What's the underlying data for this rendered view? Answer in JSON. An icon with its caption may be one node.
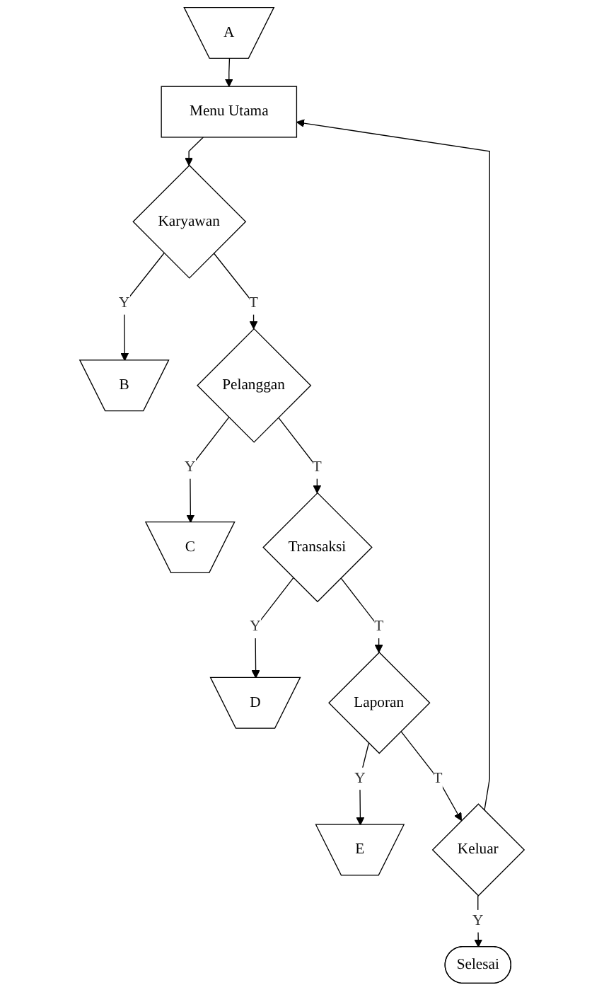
{
  "diagram": {
    "nodes": [
      {
        "text": [
          "A"
        ]
      },
      {
        "text": [
          "Menu Utama"
        ]
      },
      {
        "text": [
          "Karyawan"
        ]
      },
      {
        "text": [
          "B"
        ]
      },
      {
        "text": [
          "Pelanggan"
        ]
      },
      {
        "text": [
          "C"
        ]
      },
      {
        "text": [
          "Transaksi"
        ]
      },
      {
        "text": [
          "D"
        ]
      },
      {
        "text": [
          "Laporan"
        ]
      },
      {
        "text": [
          "E"
        ]
      },
      {
        "text": [
          "Keluar"
        ]
      },
      {
        "text": [
          "Selesai"
        ]
      }
    ],
    "edges": [
      {
        "from": 0,
        "to": 1,
        "arrow": "to"
      },
      {
        "from": 1,
        "to": 2,
        "arrow": "to"
      },
      {
        "from": 2,
        "to": 3,
        "arrow": "to",
        "label": "Y"
      },
      {
        "from": 2,
        "to": 4,
        "arrow": "to",
        "label": "T"
      },
      {
        "from": 4,
        "to": 5,
        "arrow": "to",
        "label": "Y"
      },
      {
        "from": 4,
        "to": 6,
        "arrow": "to",
        "label": "T"
      },
      {
        "from": 6,
        "to": 7,
        "arrow": "to",
        "label": "Y"
      },
      {
        "from": 6,
        "to": 8,
        "arrow": "to",
        "label": "T"
      },
      {
        "from": 8,
        "to": 9,
        "arrow": "to",
        "label": "Y"
      },
      {
        "from": 8,
        "to": 10,
        "arrow": "to",
        "label": "T"
      },
      {
        "from": 10,
        "to": 11,
        "arrow": "to",
        "label": "Y"
      },
      {
        "from": 10,
        "to": 1,
        "arrow": "to"
      }
    ]
  }
}
